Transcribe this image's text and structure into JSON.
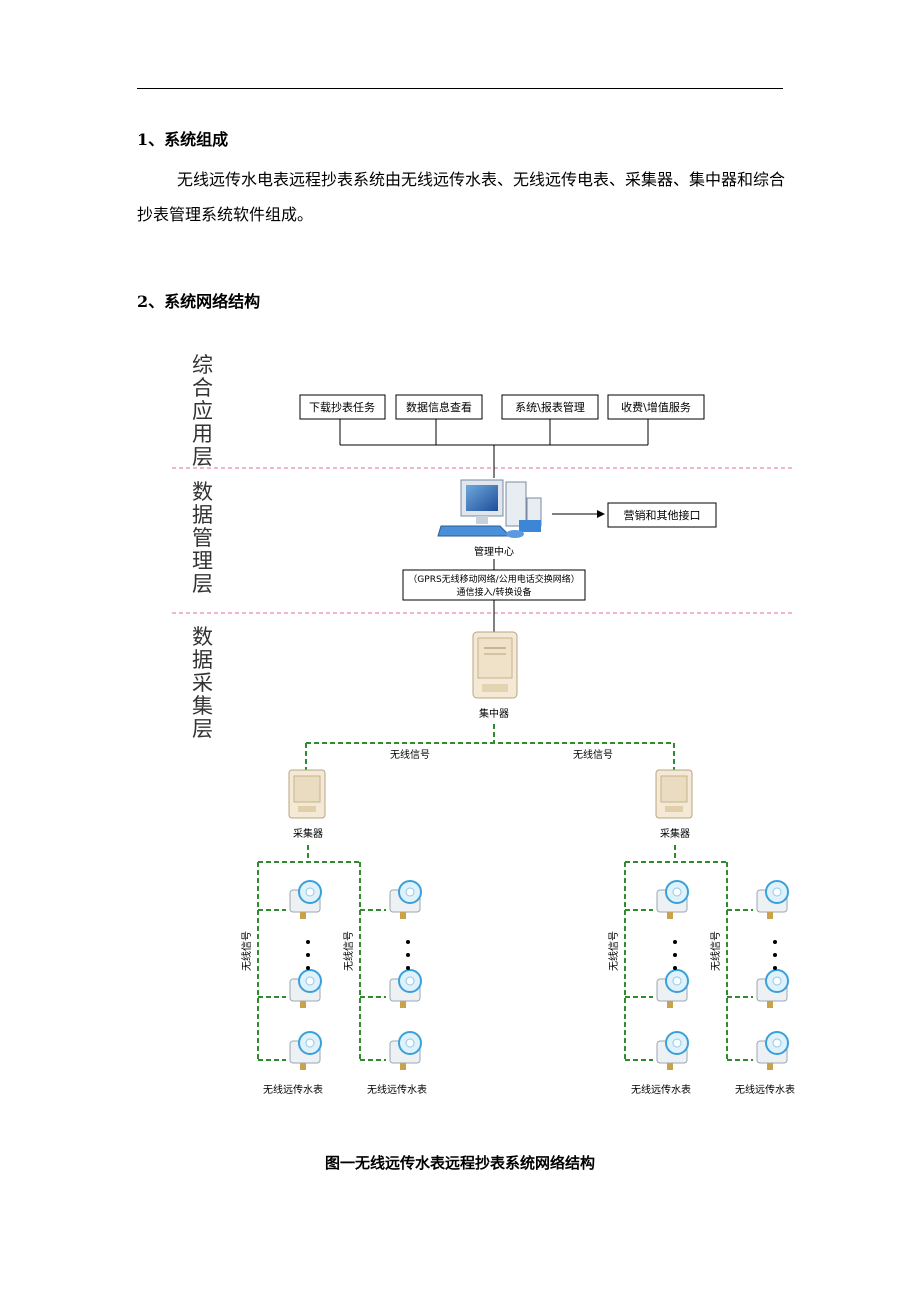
{
  "section1": {
    "heading": "1、系统组成",
    "body": "无线远传水电表远程抄表系统由无线远传水表、无线远传电表、采集器、集中器和综合抄表管理系统软件组成。"
  },
  "section2": {
    "heading": "2、系统网络结构"
  },
  "diagram": {
    "layers": {
      "application": [
        "综",
        "合",
        "应",
        "用",
        "层"
      ],
      "data_management": [
        "数",
        "据",
        "管",
        "理",
        "层"
      ],
      "data_collection": [
        "数",
        "据",
        "采",
        "集",
        "层"
      ]
    },
    "top_boxes": [
      "下载抄表任务",
      "数据信息查看",
      "系统\\报表管理",
      "收费\\增值服务"
    ],
    "management_center": "管理中心",
    "marketing_interface": "营销和其他接口",
    "comm_line1": "（GPRS无线移动网络/公用电话交换网络）",
    "comm_line2": "通信接入/转换设备",
    "concentrator": "集中器",
    "wireless_signal": "无线信号",
    "collector": "采集器",
    "water_meter": "无线远传水表"
  },
  "caption": "图一无线远传水表远程抄表系统网络结构"
}
